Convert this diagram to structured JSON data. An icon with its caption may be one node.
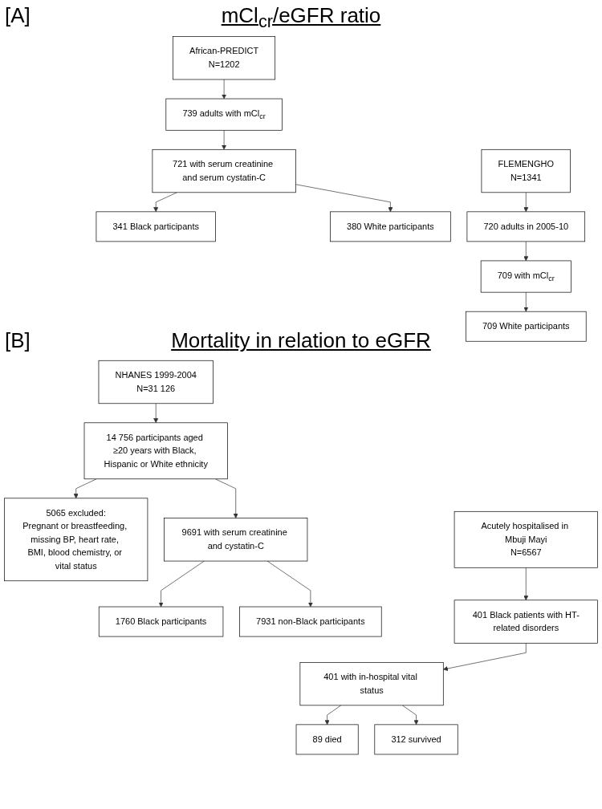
{
  "diagram": {
    "nodes": [
      {
        "text": [
          "African-PREDICT",
          "N=1202"
        ]
      },
      {
        "text": [
          "739 adults with mCl$_{cr}$"
        ]
      },
      {
        "text": [
          "721 with serum creatinine and serum cystatin-C"
        ]
      },
      {
        "text": [
          "341 Black participants"
        ]
      },
      {
        "text": [
          "380 White participants"
        ]
      },
      {
        "text": [
          "FLEMENGHO",
          "N=1341"
        ]
      },
      {
        "text": [
          "720 adults in 2005-10"
        ]
      },
      {
        "text": [
          "709 with mCl$_{cr}$"
        ]
      },
      {
        "text": [
          "709 White participants"
        ]
      },
      {
        "text": [
          "NHANES 1999-2004",
          "N=31 126"
        ]
      },
      {
        "text": [
          "14 756 participants aged ≥20 years with Black, Hispanic or White ethnicity"
        ]
      },
      {
        "text": [
          "5065 excluded:",
          "Pregnant or breastfeeding, missing BP, heart rate, BMI, blood chemistry, or vital status"
        ]
      },
      {
        "text": [
          "9691 with serum creatinine and cystatin-C"
        ]
      },
      {
        "text": [
          "1760 Black participants"
        ]
      },
      {
        "text": [
          "7931 non-Black participants"
        ]
      },
      {
        "text": [
          "Acutely hospitalised in Mbuji Mayi",
          "N=6567"
        ]
      },
      {
        "text": [
          "401 Black patients with HT-related disorders"
        ]
      },
      {
        "text": [
          "401 with in-hospital vital status"
        ]
      },
      {
        "text": [
          "89 died"
        ]
      },
      {
        "text": [
          "312 survived"
        ]
      }
    ],
    "edges": [
      {
        "from": 0,
        "to": 1,
        "arrow": "to"
      },
      {
        "from": 1,
        "to": 2,
        "arrow": "to"
      },
      {
        "from": 2,
        "to": 3,
        "arrow": "to"
      },
      {
        "from": 2,
        "to": 4,
        "arrow": "to"
      },
      {
        "from": 5,
        "to": 6,
        "arrow": "to"
      },
      {
        "from": 6,
        "to": 7,
        "arrow": "to"
      },
      {
        "from": 7,
        "to": 8,
        "arrow": "to"
      },
      {
        "from": 9,
        "to": 10,
        "arrow": "to"
      },
      {
        "from": 10,
        "to": 11,
        "arrow": "to"
      },
      {
        "from": 10,
        "to": 12,
        "arrow": "to"
      },
      {
        "from": 12,
        "to": 13,
        "arrow": "to"
      },
      {
        "from": 12,
        "to": 14,
        "arrow": "to"
      },
      {
        "from": 15,
        "to": 16,
        "arrow": "to"
      },
      {
        "from": 16,
        "to": 17,
        "arrow": "to"
      },
      {
        "from": 17,
        "to": 18,
        "arrow": "to"
      },
      {
        "from": 17,
        "to": 19,
        "arrow": "to"
      }
    ],
    "labels": [
      "[A]",
      "mCl$_{cr}$/eGFR ratio",
      "[B]",
      "Mortality in relation to eGFR"
    ]
  }
}
